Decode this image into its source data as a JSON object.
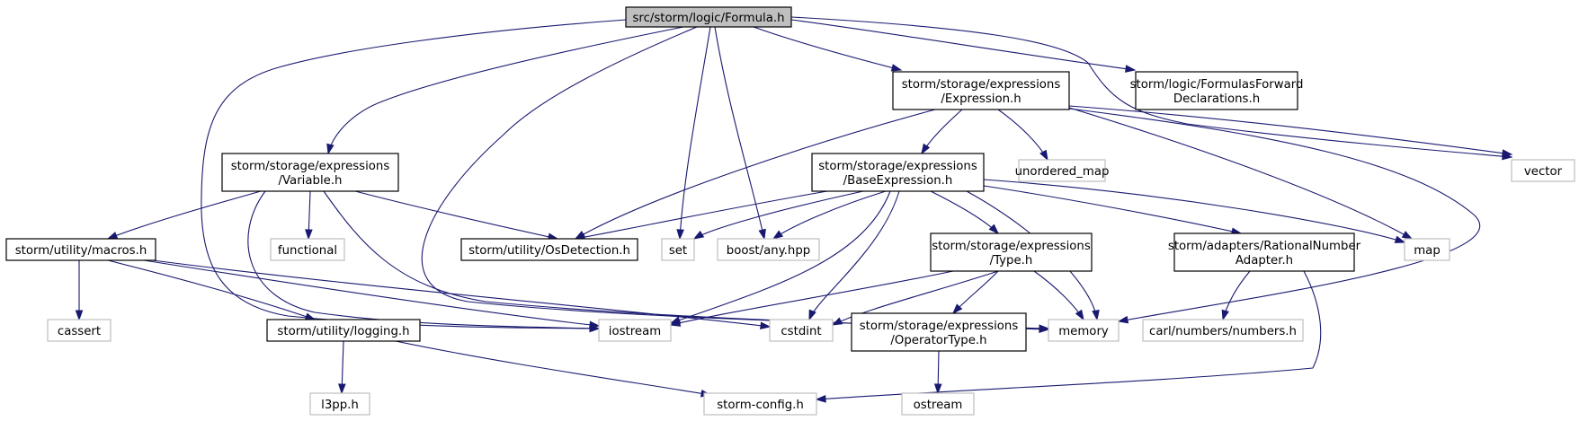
{
  "colors": {
    "edge": "#191970",
    "root_fill": "#bfbfbf",
    "node_border": "#000000",
    "external_border": "#bfbfbf",
    "text": "#000000",
    "background": "#ffffff"
  },
  "nodes": [
    {
      "id": "formula",
      "lines": [
        "src/storm/logic/Formula.h"
      ],
      "kind": "root",
      "interactable": true
    },
    {
      "id": "expression",
      "lines": [
        "storm/storage/expressions",
        "/Expression.h"
      ],
      "kind": "file",
      "interactable": true
    },
    {
      "id": "formulas_fwd",
      "lines": [
        "storm/logic/FormulasForward",
        "Declarations.h"
      ],
      "kind": "file",
      "interactable": true
    },
    {
      "id": "variable",
      "lines": [
        "storm/storage/expressions",
        "/Variable.h"
      ],
      "kind": "file",
      "interactable": true
    },
    {
      "id": "base_expression",
      "lines": [
        "storm/storage/expressions",
        "/BaseExpression.h"
      ],
      "kind": "file",
      "interactable": true
    },
    {
      "id": "unordered_map",
      "lines": [
        "unordered_map"
      ],
      "kind": "external",
      "interactable": false
    },
    {
      "id": "vector",
      "lines": [
        "vector"
      ],
      "kind": "external",
      "interactable": false
    },
    {
      "id": "macros",
      "lines": [
        "storm/utility/macros.h"
      ],
      "kind": "file",
      "interactable": true
    },
    {
      "id": "functional",
      "lines": [
        "functional"
      ],
      "kind": "external",
      "interactable": false
    },
    {
      "id": "osdetection",
      "lines": [
        "storm/utility/OsDetection.h"
      ],
      "kind": "file",
      "interactable": true
    },
    {
      "id": "set",
      "lines": [
        "set"
      ],
      "kind": "external",
      "interactable": false
    },
    {
      "id": "boost_any",
      "lines": [
        "boost/any.hpp"
      ],
      "kind": "external",
      "interactable": false
    },
    {
      "id": "type",
      "lines": [
        "storm/storage/expressions",
        "/Type.h"
      ],
      "kind": "file",
      "interactable": true
    },
    {
      "id": "rational_adapter",
      "lines": [
        "storm/adapters/RationalNumber",
        "Adapter.h"
      ],
      "kind": "file",
      "interactable": true
    },
    {
      "id": "map",
      "lines": [
        "map"
      ],
      "kind": "external",
      "interactable": false
    },
    {
      "id": "cassert",
      "lines": [
        "cassert"
      ],
      "kind": "external",
      "interactable": false
    },
    {
      "id": "logging",
      "lines": [
        "storm/utility/logging.h"
      ],
      "kind": "file",
      "interactable": true
    },
    {
      "id": "iostream",
      "lines": [
        "iostream"
      ],
      "kind": "external",
      "interactable": false
    },
    {
      "id": "cstdint",
      "lines": [
        "cstdint"
      ],
      "kind": "external",
      "interactable": false
    },
    {
      "id": "operator_type",
      "lines": [
        "storm/storage/expressions",
        "/OperatorType.h"
      ],
      "kind": "file",
      "interactable": true
    },
    {
      "id": "memory",
      "lines": [
        "memory"
      ],
      "kind": "external",
      "interactable": false
    },
    {
      "id": "carl_numbers",
      "lines": [
        "carl/numbers/numbers.h"
      ],
      "kind": "external",
      "interactable": false
    },
    {
      "id": "l3pp",
      "lines": [
        "l3pp.h"
      ],
      "kind": "external",
      "interactable": false
    },
    {
      "id": "storm_config",
      "lines": [
        "storm-config.h"
      ],
      "kind": "external",
      "interactable": false
    },
    {
      "id": "ostream",
      "lines": [
        "ostream"
      ],
      "kind": "external",
      "interactable": false
    }
  ],
  "edges": [
    {
      "from": "formula",
      "to": "expression"
    },
    {
      "from": "formula",
      "to": "formulas_fwd"
    },
    {
      "from": "formula",
      "to": "vector"
    },
    {
      "from": "formula",
      "to": "variable"
    },
    {
      "from": "formula",
      "to": "set"
    },
    {
      "from": "formula",
      "to": "boost_any"
    },
    {
      "from": "formula",
      "to": "memory"
    },
    {
      "from": "formula",
      "to": "iostream"
    },
    {
      "from": "expression",
      "to": "base_expression"
    },
    {
      "from": "expression",
      "to": "unordered_map"
    },
    {
      "from": "expression",
      "to": "vector"
    },
    {
      "from": "expression",
      "to": "map"
    },
    {
      "from": "expression",
      "to": "memory"
    },
    {
      "from": "expression",
      "to": "osdetection"
    },
    {
      "from": "variable",
      "to": "macros"
    },
    {
      "from": "variable",
      "to": "functional"
    },
    {
      "from": "variable",
      "to": "osdetection"
    },
    {
      "from": "variable",
      "to": "iostream"
    },
    {
      "from": "variable",
      "to": "memory"
    },
    {
      "from": "base_expression",
      "to": "osdetection"
    },
    {
      "from": "base_expression",
      "to": "set"
    },
    {
      "from": "base_expression",
      "to": "boost_any"
    },
    {
      "from": "base_expression",
      "to": "type"
    },
    {
      "from": "base_expression",
      "to": "rational_adapter"
    },
    {
      "from": "base_expression",
      "to": "map"
    },
    {
      "from": "base_expression",
      "to": "memory"
    },
    {
      "from": "base_expression",
      "to": "iostream"
    },
    {
      "from": "base_expression",
      "to": "cstdint"
    },
    {
      "from": "macros",
      "to": "cassert"
    },
    {
      "from": "macros",
      "to": "logging"
    },
    {
      "from": "macros",
      "to": "cstdint"
    },
    {
      "from": "macros",
      "to": "iostream"
    },
    {
      "from": "type",
      "to": "iostream"
    },
    {
      "from": "type",
      "to": "cstdint"
    },
    {
      "from": "type",
      "to": "operator_type"
    },
    {
      "from": "type",
      "to": "memory"
    },
    {
      "from": "rational_adapter",
      "to": "carl_numbers"
    },
    {
      "from": "rational_adapter",
      "to": "storm_config"
    },
    {
      "from": "logging",
      "to": "l3pp"
    },
    {
      "from": "logging",
      "to": "storm_config"
    },
    {
      "from": "operator_type",
      "to": "ostream"
    }
  ]
}
